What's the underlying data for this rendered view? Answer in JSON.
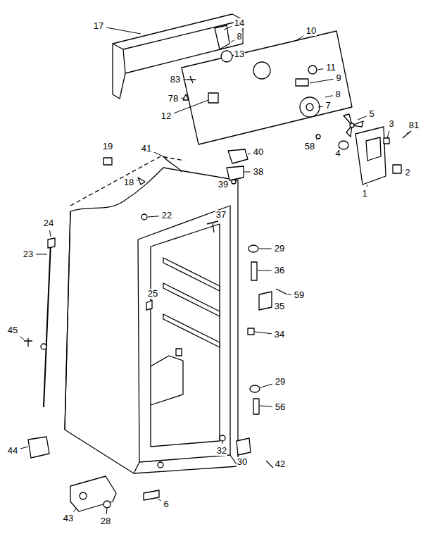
{
  "diagram": {
    "labels": [
      "17",
      "14",
      "8",
      "10",
      "13",
      "11",
      "83",
      "9",
      "78",
      "8",
      "7",
      "12",
      "5",
      "81",
      "3",
      "58",
      "4",
      "2",
      "1",
      "19",
      "41",
      "40",
      "18",
      "38",
      "39",
      "22",
      "37",
      "24",
      "29",
      "23",
      "36",
      "25",
      "59",
      "35",
      "34",
      "45",
      "29",
      "56",
      "44",
      "32",
      "30",
      "42",
      "6",
      "43",
      "28"
    ]
  }
}
